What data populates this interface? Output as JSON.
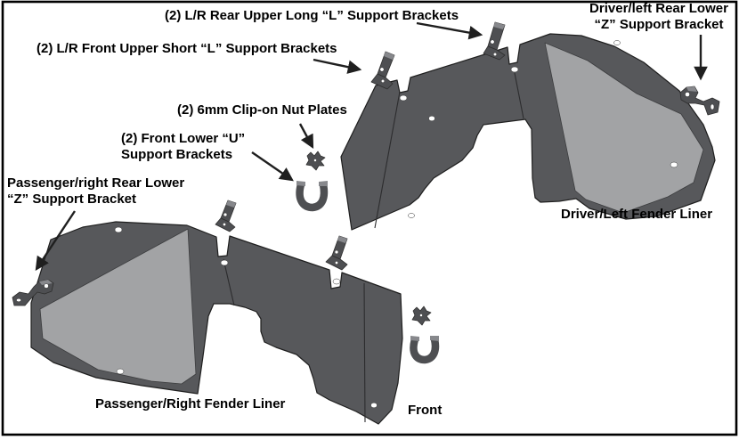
{
  "diagram": {
    "labels": {
      "rear_upper_long": "(2) L/R Rear Upper Long “L” Support Brackets",
      "front_upper_short": "(2) L/R Front Upper Short “L” Support Brackets",
      "nut_plates": "(2) 6mm Clip-on Nut Plates",
      "front_lower_u": {
        "line1": "(2) Front Lower “U”",
        "line2": "Support Brackets"
      },
      "passenger_z": {
        "line1": "Passenger/right Rear Lower",
        "line2": "“Z” Support Bracket"
      },
      "driver_z": {
        "line1": "Driver/left Rear Lower",
        "line2": "“Z” Support Bracket"
      },
      "driver_liner": "Driver/Left Fender Liner",
      "passenger_liner": "Passenger/Right Fender Liner",
      "front": "Front"
    },
    "colors": {
      "liner_dark": "#57585b",
      "liner_light": "#a2a3a5",
      "bracket_dark": "#4e4f52",
      "bracket_light": "#87888c",
      "line": "#1f1f1f",
      "text": "#000000",
      "background": "#ffffff",
      "border": "#000000"
    }
  }
}
